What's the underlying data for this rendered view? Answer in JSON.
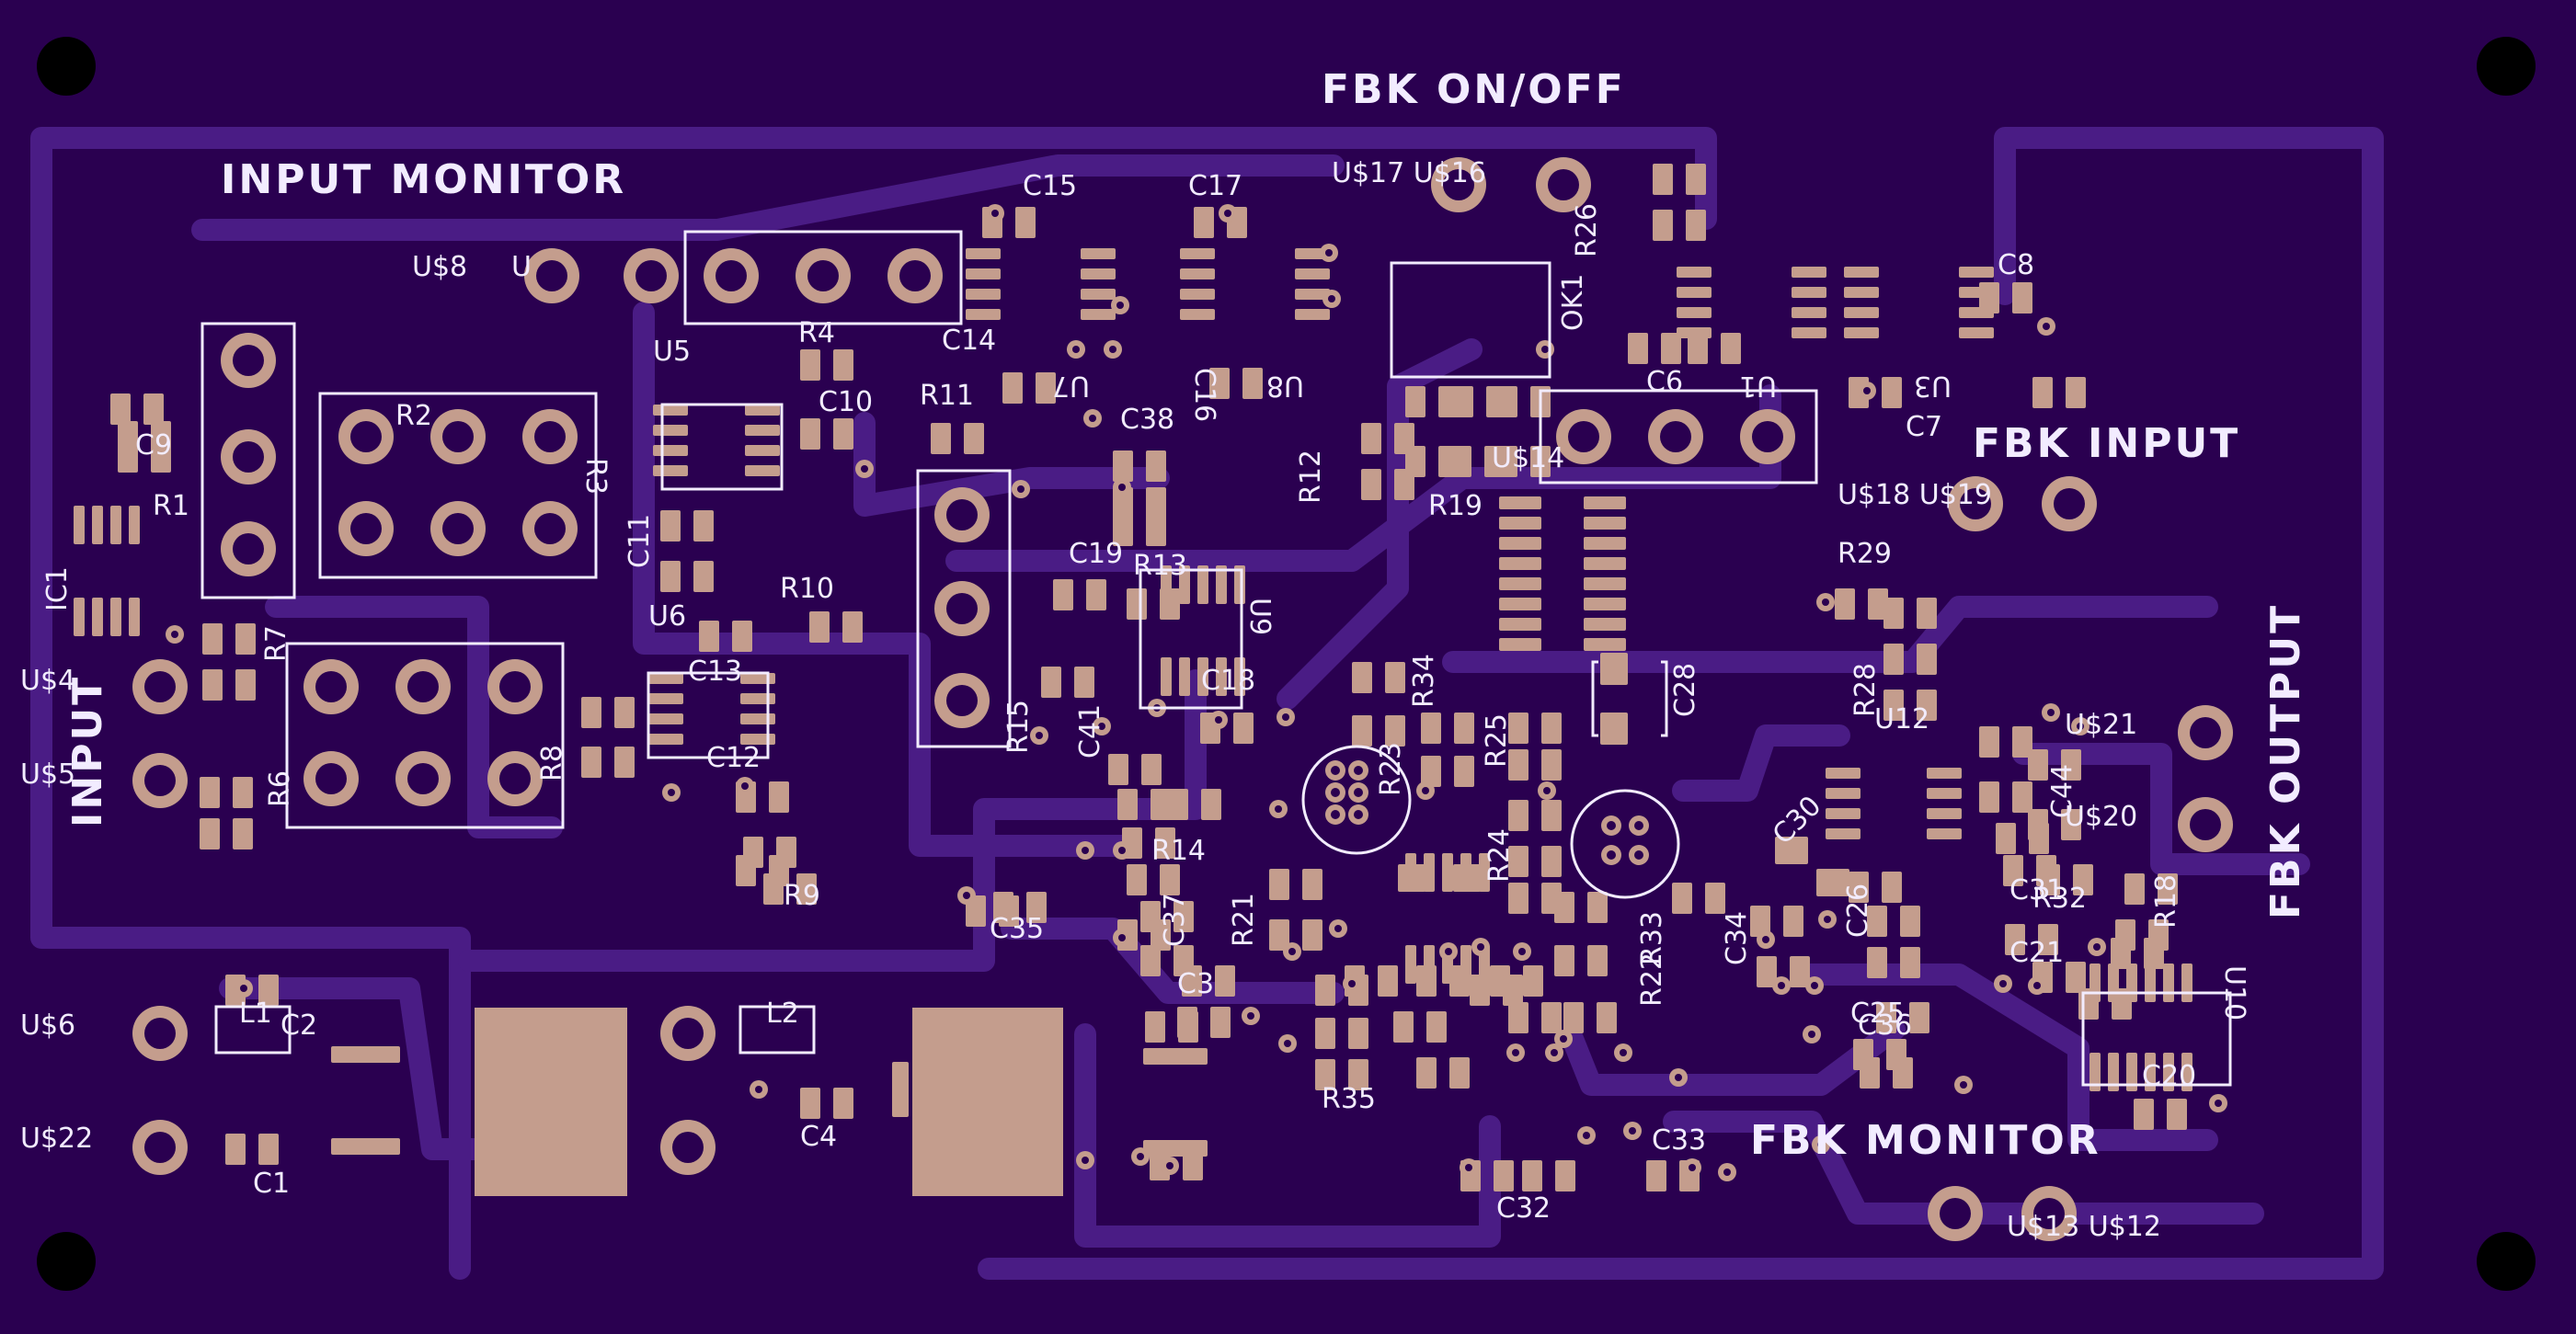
{
  "board": {
    "colors": {
      "substrate": "#2a0050",
      "trace": "#4a1c85",
      "pad": "#c49d8d",
      "silkscreen": "#f2ecff",
      "mounting_hole": "#000000"
    }
  },
  "section_labels": {
    "input_monitor": "INPUT MONITOR",
    "input": "INPUT",
    "fbk_on_off": "FBK ON/OFF",
    "fbk_input": "FBK INPUT",
    "fbk_output": "FBK OUTPUT",
    "fbk_monitor": "FBK MONITOR"
  },
  "refs": {
    "u8": "U$8",
    "u_cut": "U",
    "u5": "U5",
    "r4": "R4",
    "c15": "C15",
    "c17": "C17",
    "u17_16": "U$17 U$16",
    "r26": "R26",
    "ok1": "OK1",
    "c8": "C8",
    "c14": "C14",
    "u7": "U7",
    "u8b": "U8",
    "c6": "C6",
    "u1": "U1",
    "u3": "U3",
    "c7": "C7",
    "r2": "R2",
    "r3": "R3",
    "c16": "C16",
    "c10": "C10",
    "r11": "R11",
    "c38": "C38",
    "r12": "R12",
    "u14": "U$14",
    "r19": "R19",
    "u18_19": "U$18 U$19",
    "c9": "C9",
    "r1": "R1",
    "ic1": "IC1",
    "c11": "C11",
    "u6": "U6",
    "r10": "R10",
    "c19": "C19",
    "r13": "R13",
    "u9": "U9",
    "r29": "R29",
    "u4": "U$4",
    "u5b": "U$5",
    "r7": "R7",
    "r6": "R6",
    "r8": "R8",
    "c13": "C13",
    "c12": "C12",
    "r15": "R15",
    "c41": "C41",
    "c18": "C18",
    "r34": "R34",
    "r23": "R23",
    "r25": "R25",
    "c28": "C28",
    "r28": "R28",
    "u12": "U12",
    "u21": "U$21",
    "u20": "U$20",
    "c44": "C44",
    "r9": "R9",
    "r14": "R14",
    "c35": "C35",
    "c37": "C37",
    "r21": "R21",
    "r24": "R24",
    "r33": "R33",
    "c34": "C34",
    "c30": "C30",
    "c26": "C26",
    "c31": "C31",
    "r32": "R32",
    "r18": "R18",
    "c21": "C21",
    "u10": "U10",
    "r22": "R22",
    "c25": "C25",
    "c36": "C36",
    "u6b": "U$6",
    "c2": "C2",
    "c3": "C3",
    "r35": "R35",
    "c20": "C20",
    "u22": "U$22",
    "c1": "C1",
    "c4": "C4",
    "c33": "C33",
    "c32": "C32",
    "u13_12": "U$13 U$12",
    "l1": "L1",
    "l2": "L2"
  }
}
